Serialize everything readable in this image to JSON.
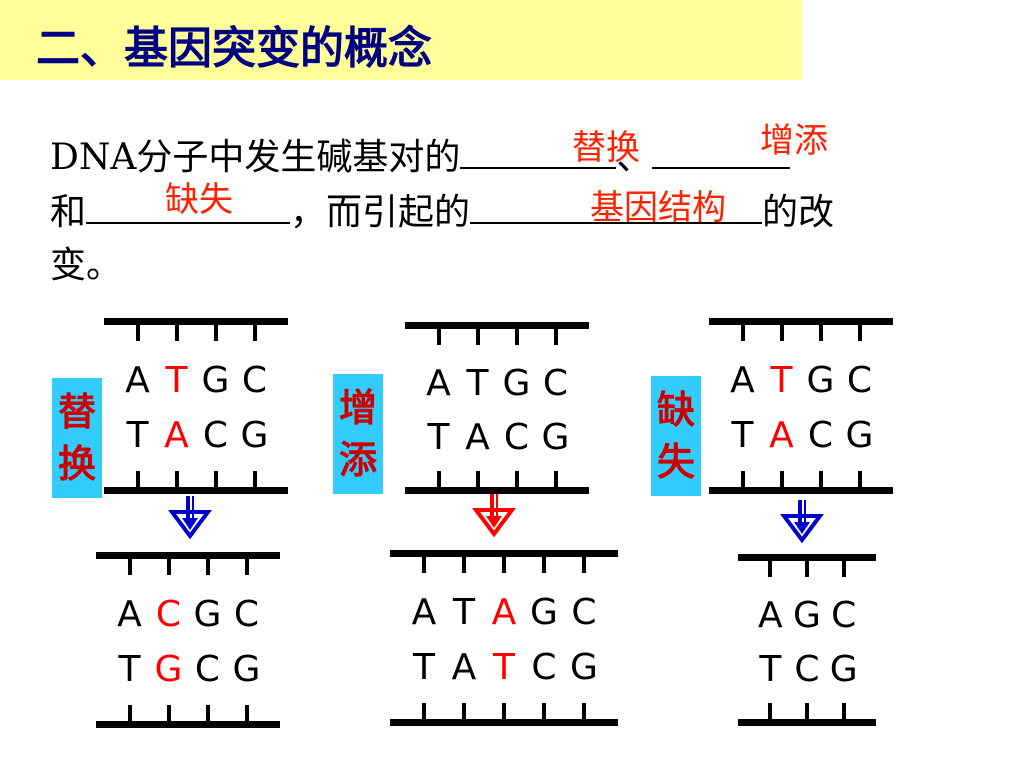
{
  "title": "二、基因突变的概念",
  "definition": {
    "line1_prefix": "DNA分子中发生碱基对的",
    "sep": "、",
    "line2_prefix": "和",
    "line2_middle": "，而引起的",
    "line2_suffix": "的改",
    "line3": "变。",
    "answers": [
      "替换",
      "增添",
      "缺失",
      "基因结构"
    ]
  },
  "colors": {
    "title_bg": "#ffff99",
    "title_text": "#000080",
    "answer": "#ff2200",
    "label_bg": "#33ccff",
    "label_text": "#cc0000",
    "highlight": "#ff0000",
    "arrow_blue": "#0000cc",
    "arrow_red": "#ff0000"
  },
  "mutations": [
    {
      "label": [
        "替",
        "换"
      ],
      "arrow": "blue-down-arrow",
      "before": {
        "top": [
          "A",
          "T",
          "G",
          "C"
        ],
        "bottom": [
          "T",
          "A",
          "C",
          "G"
        ],
        "highlight": [
          1
        ]
      },
      "after": {
        "top": [
          "A",
          "C",
          "G",
          "C"
        ],
        "bottom": [
          "T",
          "G",
          "C",
          "G"
        ],
        "highlight": [
          1
        ]
      }
    },
    {
      "label": [
        "增",
        "添"
      ],
      "arrow": "red-down-arrow",
      "before": {
        "top": [
          "A",
          "T",
          "G",
          "C"
        ],
        "bottom": [
          "T",
          "A",
          "C",
          "G"
        ],
        "highlight": []
      },
      "after": {
        "top": [
          "A",
          "T",
          "A",
          "G",
          "C"
        ],
        "bottom": [
          "T",
          "A",
          "T",
          "C",
          "G"
        ],
        "highlight": [
          2
        ]
      }
    },
    {
      "label": [
        "缺",
        "失"
      ],
      "arrow": "blue-down-arrow",
      "before": {
        "top": [
          "A",
          "T",
          "G",
          "C"
        ],
        "bottom": [
          "T",
          "A",
          "C",
          "G"
        ],
        "highlight": [
          1
        ]
      },
      "after": {
        "top": [
          "A",
          "G",
          "C"
        ],
        "bottom": [
          "T",
          "C",
          "G"
        ],
        "highlight": []
      }
    }
  ]
}
